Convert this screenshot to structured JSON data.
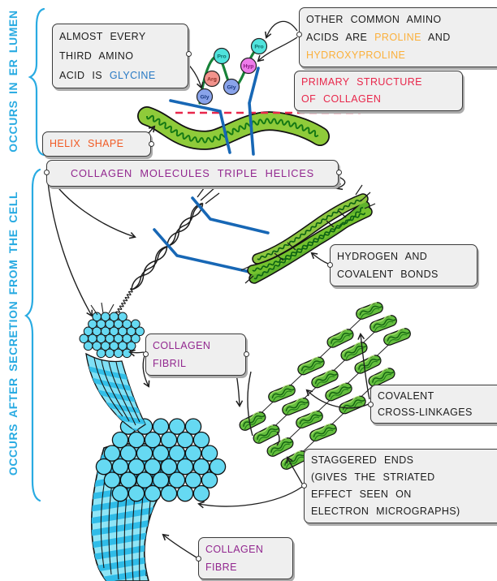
{
  "palette": {
    "cyan": "#29ABE2",
    "purple": "#92278F",
    "orange": "#F15A24",
    "gold": "#FBB03B",
    "red": "#E8274B",
    "blue": "#2779C4",
    "bond_blue": "#1767B5",
    "box_fill": "#EFEFEF",
    "box_border": "#3A3A3A",
    "green_light": "#8FCB3A",
    "green_mid": "#64BE3E",
    "green_dark": "#147814",
    "fibre_cyan": "#66D9F2"
  },
  "side_labels": {
    "er_lumen": "OCCURS IN ER LUMEN",
    "secretion": "OCCURS AFTER SECRETION FROM THE CELL"
  },
  "boxes": {
    "glycine_note": {
      "line1": "ALMOST EVERY",
      "line2": "THIRD AMINO",
      "line3_prefix": "ACID IS",
      "line3_highlight": "GLYCINE"
    },
    "proline_note": {
      "line1": "OTHER COMMON AMINO",
      "line2_prefix": "ACIDS ARE",
      "line2_highlight": "PROLINE",
      "line2_suffix": "AND",
      "line3_highlight": "HYDROXYPROLINE"
    },
    "primary_structure": {
      "line1": "PRIMARY STRUCTURE",
      "line2": "OF COLLAGEN"
    },
    "helix_shape": {
      "label": "HELIX SHAPE"
    },
    "triple_helices": {
      "label": "COLLAGEN MOLECULES TRIPLE HELICES"
    },
    "bonds": {
      "line1": "HYDROGEN AND",
      "line2": "COVALENT BONDS"
    },
    "fibril": {
      "line1": "COLLAGEN",
      "line2": "FIBRIL"
    },
    "cross_linkages": {
      "line1": "COVALENT",
      "line2": "CROSS-LINKAGES"
    },
    "staggered_ends": {
      "line1": "STAGGERED ENDS",
      "line2": "(GIVES THE STRIATED",
      "line3": "EFFECT SEEN ON",
      "line4": "ELECTRON MICROGRAPHS)"
    },
    "fibre": {
      "line1": "COLLAGEN",
      "line2": "FIBRE"
    }
  },
  "beads": [
    {
      "label": "Gly",
      "color": "#89A3EA",
      "ink": "#15357E"
    },
    {
      "label": "Arg",
      "color": "#F2938C",
      "ink": "#8C2B22"
    },
    {
      "label": "Pro",
      "color": "#4FE3DC",
      "ink": "#0B6A66"
    },
    {
      "label": "Gly",
      "color": "#89A3EA",
      "ink": "#15357E"
    },
    {
      "label": "Hyp",
      "color": "#EE7BEA",
      "ink": "#87177F"
    },
    {
      "label": "Pro",
      "color": "#4FE3DC",
      "ink": "#0B6A66"
    }
  ]
}
